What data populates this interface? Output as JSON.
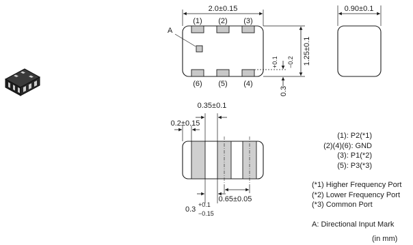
{
  "dimensions": {
    "length": "2.0±0.15",
    "thickness": "0.90±0.1",
    "width": "1.25±0.1",
    "terminal_gap": "0.3",
    "terminal_gap_tol_upper": "+0.1",
    "terminal_gap_tol_lower": "−0.2",
    "terminal_width": "0.35±0.1",
    "terminal_offset": "0.2±0.15",
    "bottom_gap": "0.3",
    "bottom_gap_tol_upper": "+0.1",
    "bottom_gap_tol_lower": "−0.15",
    "pitch": "0.65±0.05"
  },
  "pins": {
    "top": [
      "(1)",
      "(2)",
      "(3)"
    ],
    "bottom": [
      "(6)",
      "(5)",
      "(4)"
    ]
  },
  "direction_mark_label": "A",
  "pin_legend": [
    "(1): P2(*1)",
    "(2)(4)(6): GND",
    "(3): P1(*2)",
    "(5): P3(*3)"
  ],
  "port_legend": [
    "(*1) Higher Frequency Port",
    "(*2) Lower Frequency Port",
    "(*3) Common Port"
  ],
  "mark_legend": "A: Directional Input Mark",
  "unit_note": "(in mm)"
}
